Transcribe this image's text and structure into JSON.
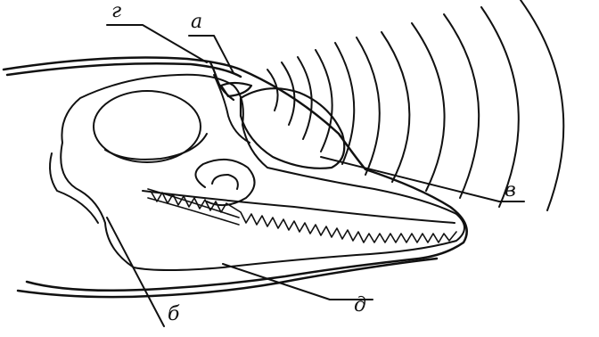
{
  "labels": {
    "a": "а",
    "b": "б",
    "v": "в",
    "g": "г",
    "d": "д"
  },
  "colors": {
    "ink": "#111111",
    "paper": "#ffffff"
  }
}
